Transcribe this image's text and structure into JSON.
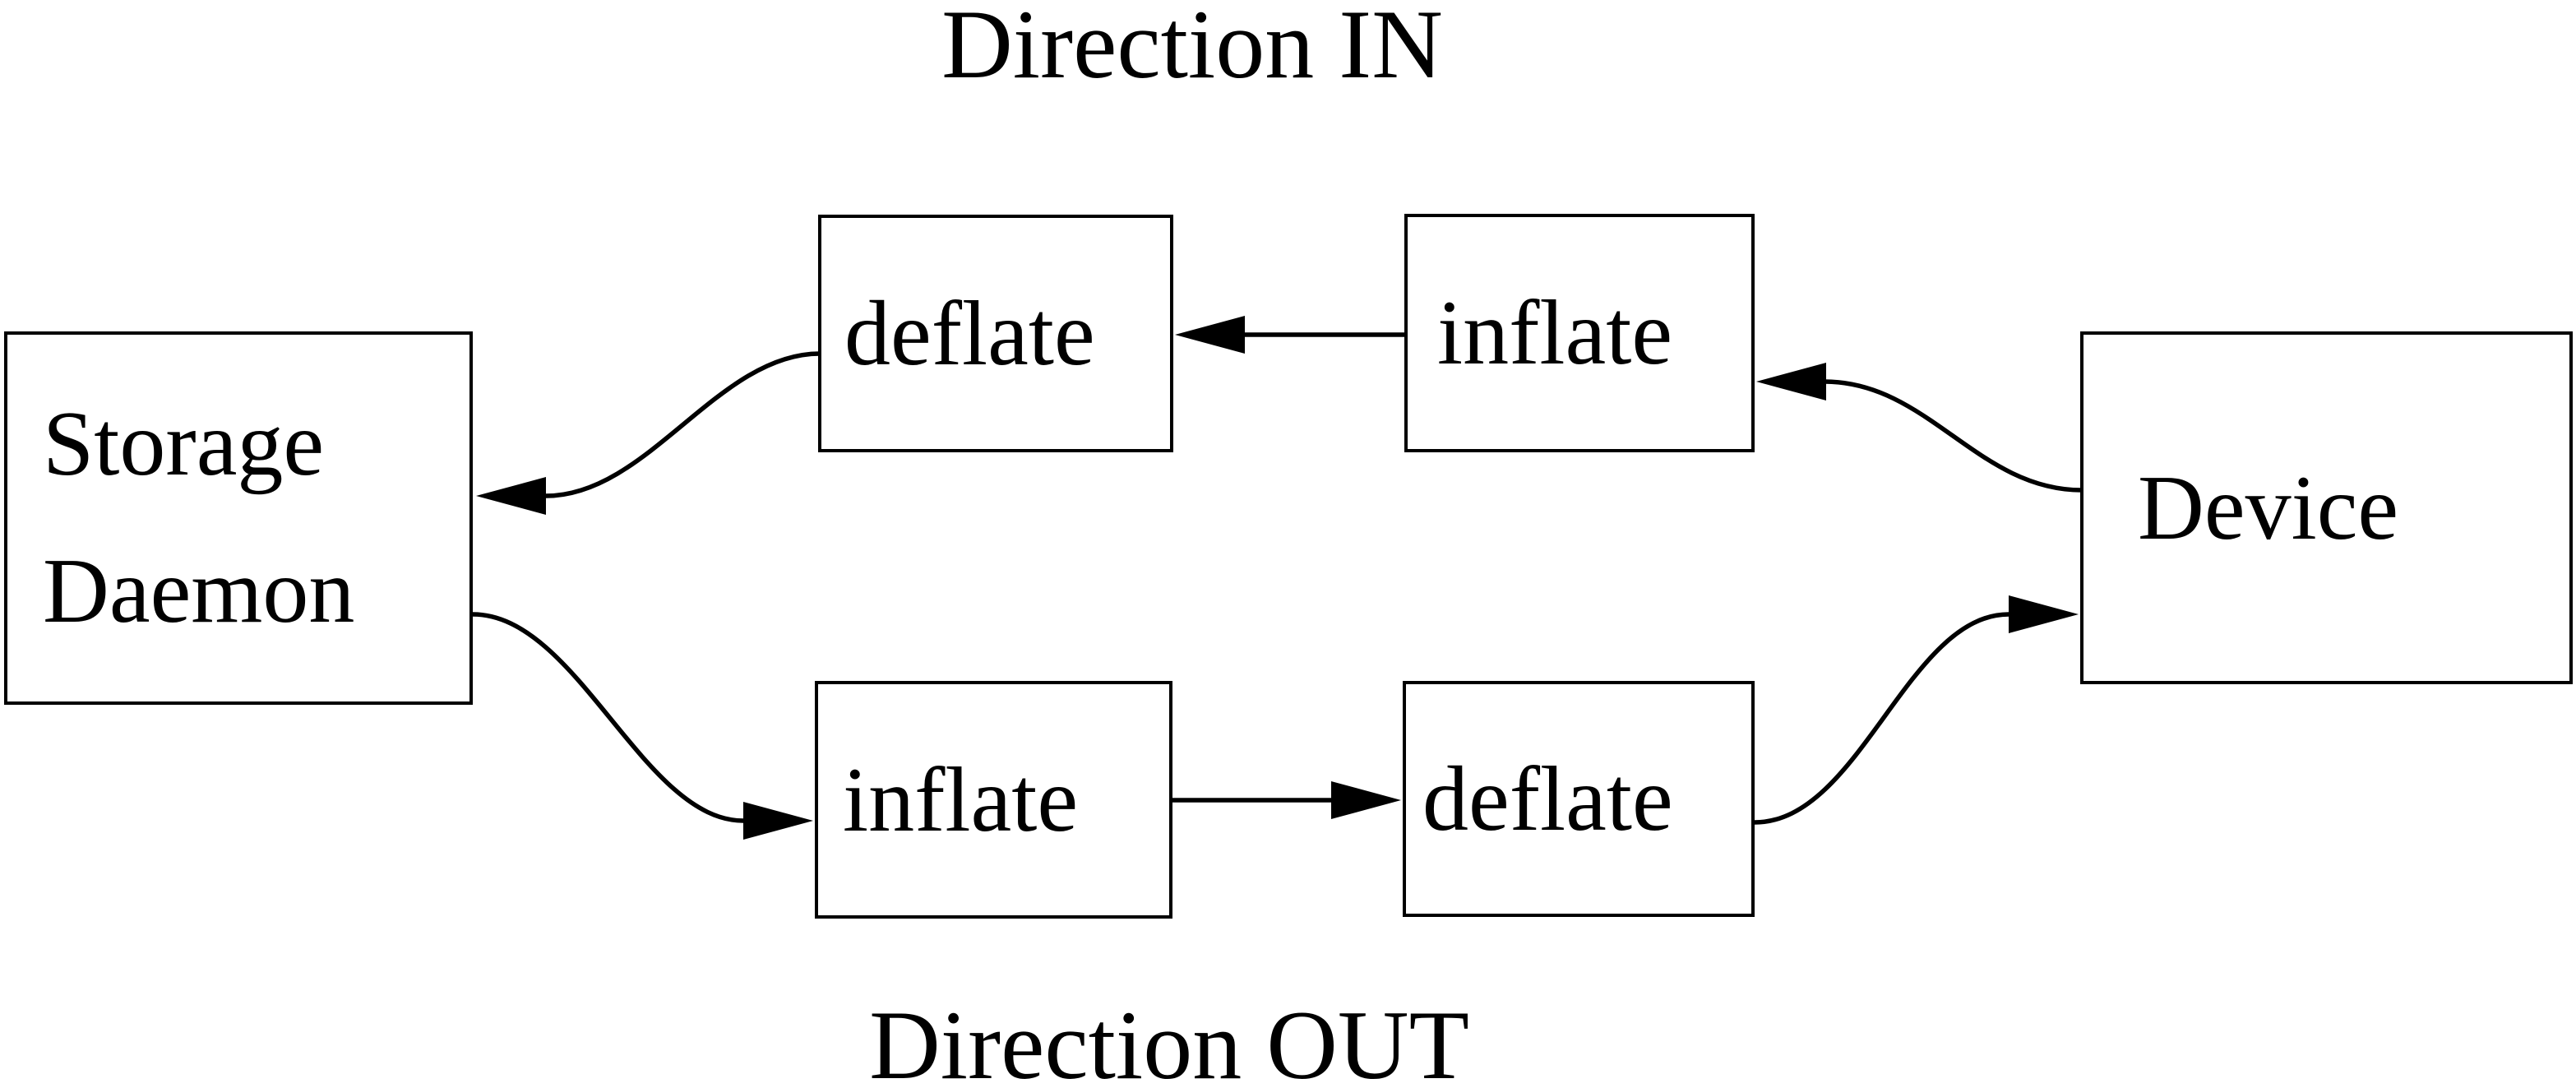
{
  "diagram": {
    "titles": {
      "in": "Direction IN",
      "out": "Direction OUT"
    },
    "nodes": {
      "storage_daemon": {
        "line1": "Storage",
        "line2": "Daemon"
      },
      "deflate_in": {
        "label": "deflate"
      },
      "inflate_in": {
        "label": "inflate"
      },
      "inflate_out": {
        "label": "inflate"
      },
      "deflate_out": {
        "label": "deflate"
      },
      "device": {
        "label": "Device"
      }
    },
    "edges": [
      {
        "from": "Device",
        "to": "inflate",
        "direction": "IN"
      },
      {
        "from": "inflate",
        "to": "deflate",
        "direction": "IN"
      },
      {
        "from": "deflate",
        "to": "Storage Daemon",
        "direction": "IN"
      },
      {
        "from": "Storage Daemon",
        "to": "inflate",
        "direction": "OUT"
      },
      {
        "from": "inflate",
        "to": "deflate",
        "direction": "OUT"
      },
      {
        "from": "deflate",
        "to": "Device",
        "direction": "OUT"
      }
    ],
    "colors": {
      "line": "#000000",
      "text": "#000000",
      "background": "#ffffff"
    }
  }
}
